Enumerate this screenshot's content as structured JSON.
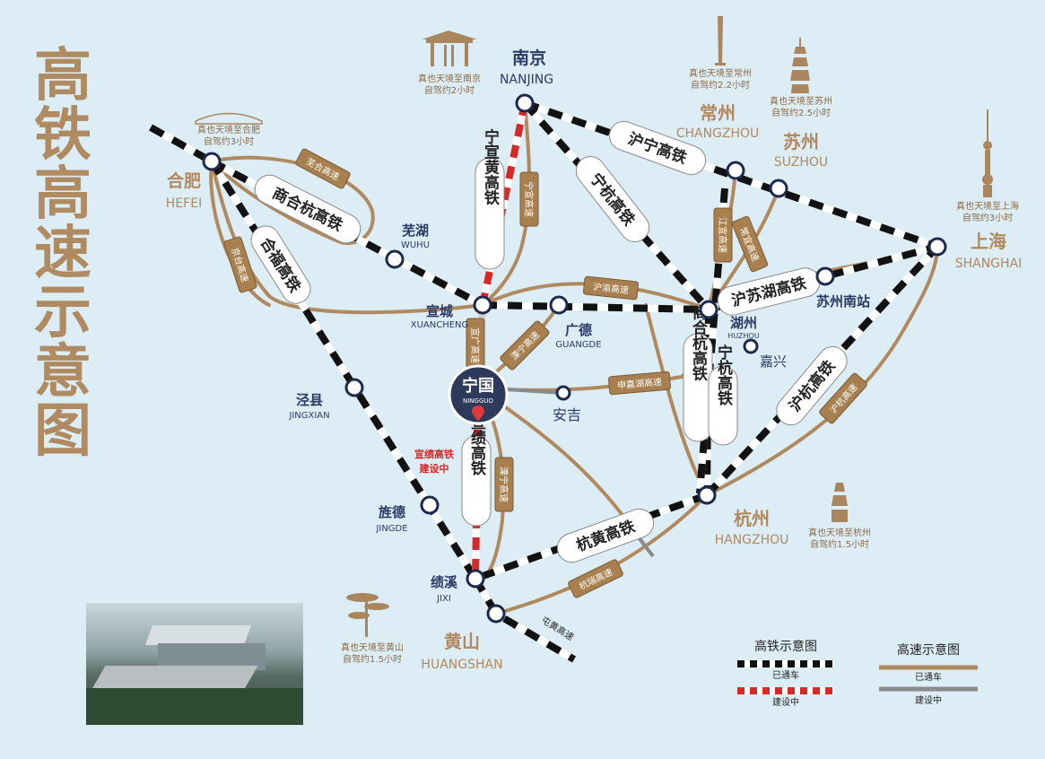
{
  "title": "高铁高速示意图",
  "center": {
    "cn": "宁国",
    "en": "NINGGUO"
  },
  "cities": {
    "nanjing": {
      "cn": "南京",
      "en": "NANJING"
    },
    "hefei": {
      "cn": "合肥",
      "en": "HEFEI"
    },
    "wuhu": {
      "cn": "芜湖",
      "en": "WUHU"
    },
    "xuancheng": {
      "cn": "宣城",
      "en": "XUANCHENG"
    },
    "guangde": {
      "cn": "广德",
      "en": "GUANGDE"
    },
    "anji": {
      "cn": "安吉"
    },
    "changzhou": {
      "cn": "常州",
      "en": "CHANGZHOU"
    },
    "suzhou": {
      "cn": "苏州",
      "en": "SUZHOU"
    },
    "shanghai": {
      "cn": "上海",
      "en": "SHANGHAI"
    },
    "suzhounan": {
      "cn": "苏州南站"
    },
    "huzhou": {
      "cn": "湖州",
      "en": "HUZHOU"
    },
    "jiaxing": {
      "cn": "嘉兴"
    },
    "hangzhou": {
      "cn": "杭州",
      "en": "HANGZHOU"
    },
    "jingxian": {
      "cn": "泾县",
      "en": "JINGXIAN"
    },
    "jingde": {
      "cn": "旌德",
      "en": "JINGDE"
    },
    "jixi": {
      "cn": "绩溪",
      "en": "JIXI"
    },
    "huangshan": {
      "cn": "黄山",
      "en": "HUANGSHAN"
    }
  },
  "rail_labels": {
    "hutong": "沪宁高铁",
    "ninghang": "宁杭高铁",
    "ningxuanhuang": "宁宣黄高铁",
    "shanghehang": "商合杭高铁",
    "hefuhighway": "合福高铁",
    "husuhu": "沪苏湖高铁",
    "huhang": "沪杭高铁",
    "shanghehang2": "商合杭高铁",
    "ninghang2": "宁杭高铁",
    "xuanji": "宣绩高铁",
    "hanghuang": "杭黄高铁"
  },
  "highway_labels": {
    "wuhe": "芜合高速",
    "jingtai": "京台高速",
    "ningxuan": "宁宣高速",
    "xuanguang_hw": "宣广高速",
    "huyu": "沪渝高速",
    "liyi": "溧宁高速",
    "shenjiahu": "申嘉湖高速",
    "jiangyi": "江宜高速",
    "changyi": "常宜高速",
    "huhang_hw": "沪杭高速",
    "ningji": "溧宁高速",
    "hangrui": "杭瑞高速",
    "huangshan_hw": "屯黄高速"
  },
  "construction_note": "宣绩高铁\n建设中",
  "drive_notes": {
    "nanjing": "真也天境至南京\n自驾约2小时",
    "hefei": "真也天境至合肥\n自驾约3小时",
    "changzhou": "真也天境至常州\n自驾约2.2小时",
    "suzhou": "真也天境至苏州\n自驾约2.5小时",
    "shanghai": "真也天境至上海\n自驾约3小时",
    "hangzhou": "真也天境至杭州\n自驾约1.5小时",
    "huangshan": "真也天境至黄山\n自驾约1.5小时"
  },
  "legend": {
    "rail_title": "高铁示意图",
    "rail_open": "已通车",
    "rail_building": "建设中",
    "hw_title": "高速示意图",
    "hw_open": "已通车",
    "hw_building": "建设中"
  },
  "colors": {
    "highway": "#b0895e",
    "rail_dark": "#111111",
    "rail_construction": "#d42a2a",
    "city_blue": "#2b3a63",
    "center": "#2e3a5c",
    "background": "#dcedf6"
  }
}
